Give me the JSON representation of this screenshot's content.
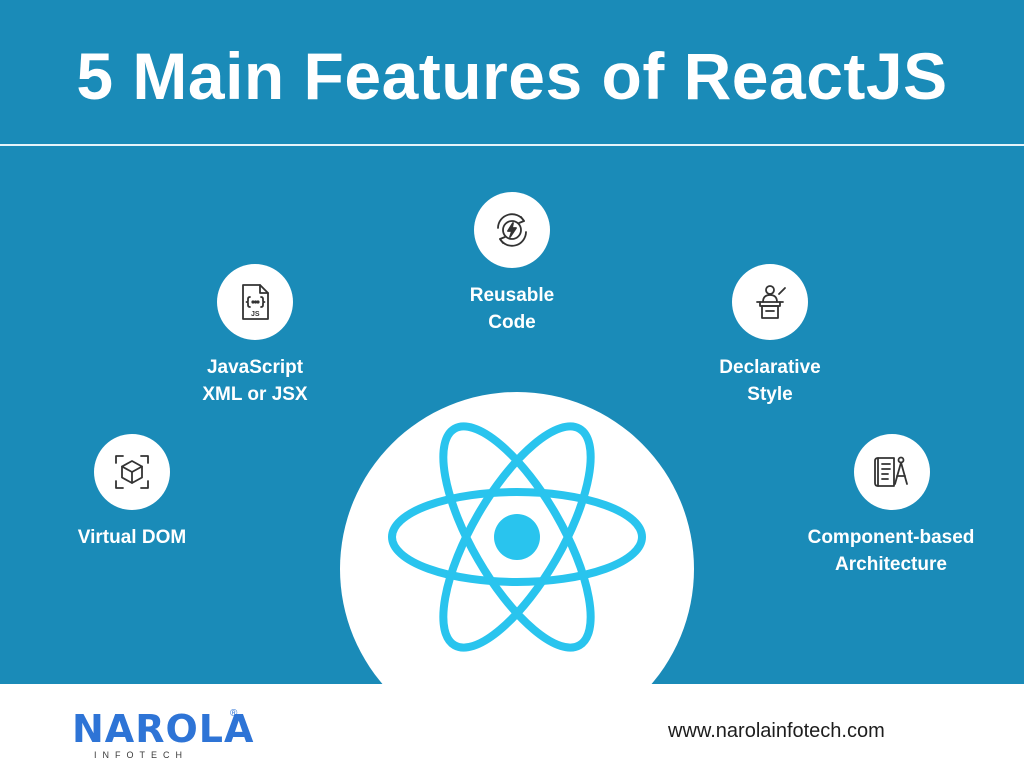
{
  "title": "5 Main Features of ReactJS",
  "features": [
    {
      "icon": "lightning-cycle-icon",
      "label": "Reusable\nCode"
    },
    {
      "icon": "jsx-file-icon",
      "label": "JavaScript\nXML or JSX"
    },
    {
      "icon": "presenter-desk-icon",
      "label": "Declarative\nStyle"
    },
    {
      "icon": "cube-frame-icon",
      "label": "Virtual DOM"
    },
    {
      "icon": "blueprint-compass-icon",
      "label": "Component-based\nArchitecture"
    }
  ],
  "center_logo": {
    "icon": "react-atom-icon",
    "color": "#29c4ee"
  },
  "colors": {
    "banner": "#1a8bb8",
    "brand": "#2e74d6",
    "icon_stroke": "#333333"
  },
  "footer": {
    "brand_name": "NAROLA",
    "brand_registered": "®",
    "brand_sub": "INFOTECH",
    "website": "www.narolainfotech.com"
  }
}
